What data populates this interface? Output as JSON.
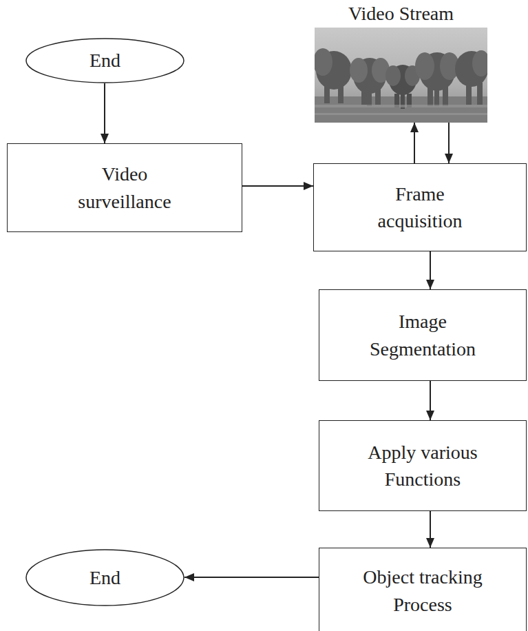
{
  "diagram": {
    "nodes": [
      {
        "text": [
          "End"
        ]
      },
      {
        "text": [
          "Video Stream"
        ]
      },
      {
        "text": [
          "Video surveillance"
        ]
      },
      {
        "text": [
          "Frame acquisition"
        ]
      },
      {
        "text": [
          "Image Segmentation"
        ]
      },
      {
        "text": [
          "Apply various Functions"
        ]
      },
      {
        "text": [
          "Object tracking Process"
        ]
      },
      {
        "text": [
          "End"
        ]
      }
    ],
    "edges": [
      {
        "from": 0,
        "to": 2,
        "arrow": "to"
      },
      {
        "from": 2,
        "to": 3,
        "arrow": "to"
      },
      {
        "from": 3,
        "to": 1,
        "arrow": "to"
      },
      {
        "from": 1,
        "to": 3,
        "arrow": "to"
      },
      {
        "from": 3,
        "to": 4,
        "arrow": "to"
      },
      {
        "from": 4,
        "to": 5,
        "arrow": "to"
      },
      {
        "from": 5,
        "to": 6,
        "arrow": "to"
      },
      {
        "from": 6,
        "to": 7,
        "arrow": "to"
      }
    ]
  }
}
